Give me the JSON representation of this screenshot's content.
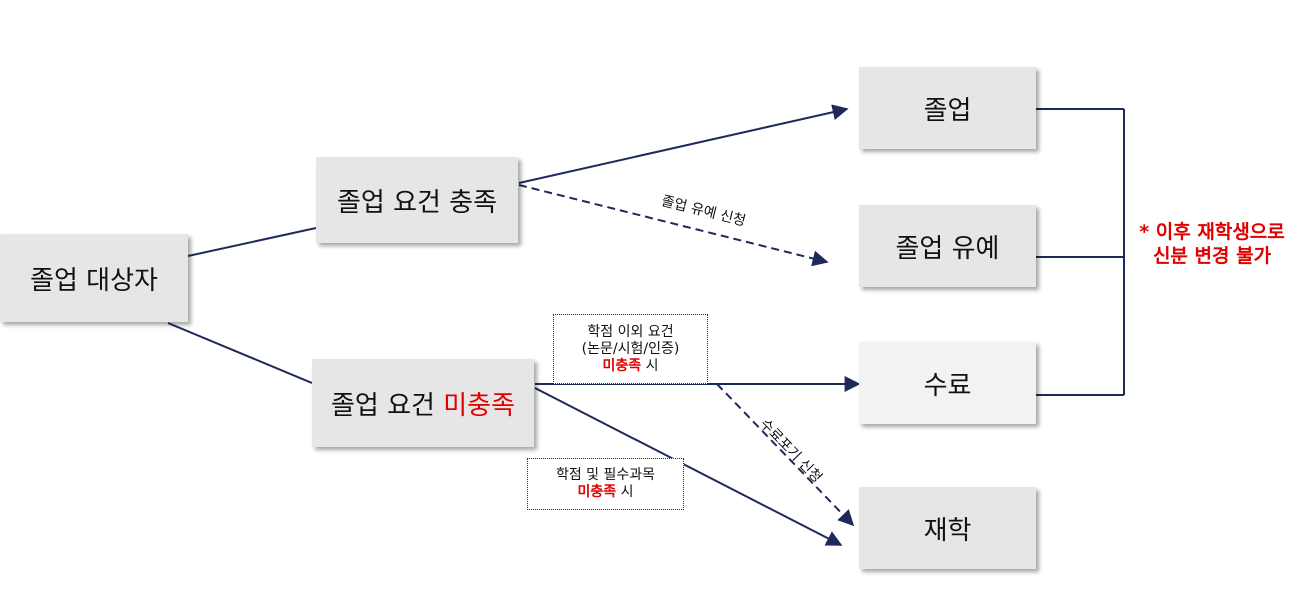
{
  "nodes": {
    "target": "졸업 대상자",
    "met": "졸업 요건 충족",
    "unmet_prefix": "졸업 요건",
    "unmet_highlight": "미충족",
    "graduate": "졸업",
    "defer": "졸업 유예",
    "complete": "수료",
    "reenroll": "재학"
  },
  "edge_labels": {
    "defer_apply": "졸업 유예 신청",
    "complete_giveup": "수료포기 신청"
  },
  "notes": {
    "other": {
      "line1": "학점 이외 요건",
      "line2": "(논문/시험/인증)",
      "highlight": "미충족",
      "suffix": "시"
    },
    "credits": {
      "line1": "학점 및 필수과목",
      "highlight": "미충족",
      "suffix": "시"
    }
  },
  "side_note": {
    "line1": "* 이후 재학생으로",
    "line2": "신분 변경 불가"
  },
  "colors": {
    "line": "#1f2a5a",
    "highlight": "#e00000",
    "box": "#e6e6e6"
  }
}
